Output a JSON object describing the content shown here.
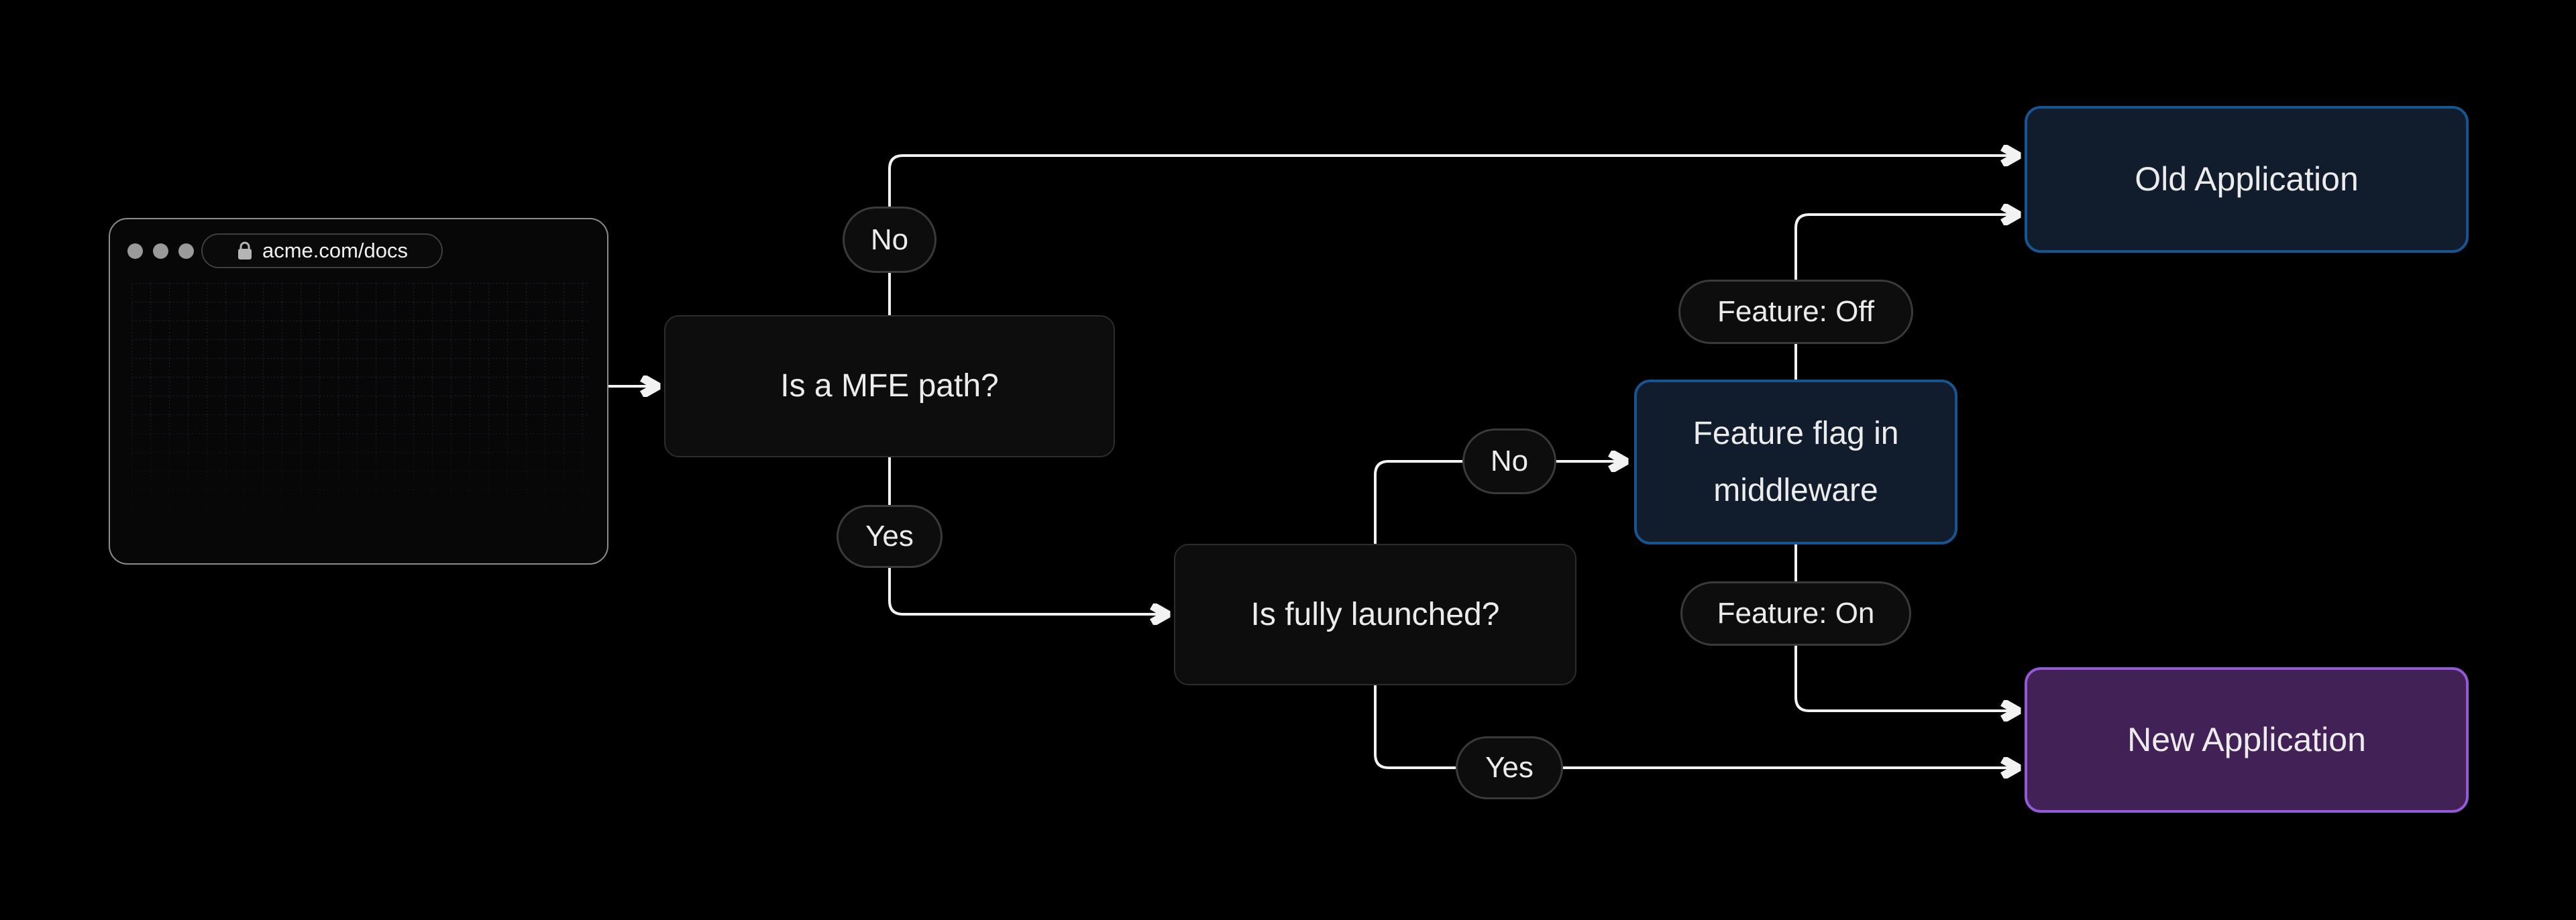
{
  "browser": {
    "url": "acme.com/docs"
  },
  "flowchart": {
    "nodes": {
      "mfe_question": "Is a MFE path?",
      "fully_launched_question": "Is fully launched?",
      "feature_flag": "Feature flag in middleware",
      "old_application": "Old Application",
      "new_application": "New Application"
    },
    "edge_labels": {
      "mfe_no": "No",
      "mfe_yes": "Yes",
      "launched_no": "No",
      "launched_yes": "Yes",
      "feature_off": "Feature: Off",
      "feature_on": "Feature: On"
    }
  },
  "colors": {
    "background": "#000000",
    "connector": "#f2f2f2",
    "node_fill": "#0d0d0d",
    "node_border": "#2c2c2c",
    "pill_border": "#3a3a3a",
    "blue_fill": "#111c2c",
    "blue_border": "#165590",
    "purple_fill": "#422157",
    "purple_border": "#9459d4",
    "text": "#ececec"
  }
}
